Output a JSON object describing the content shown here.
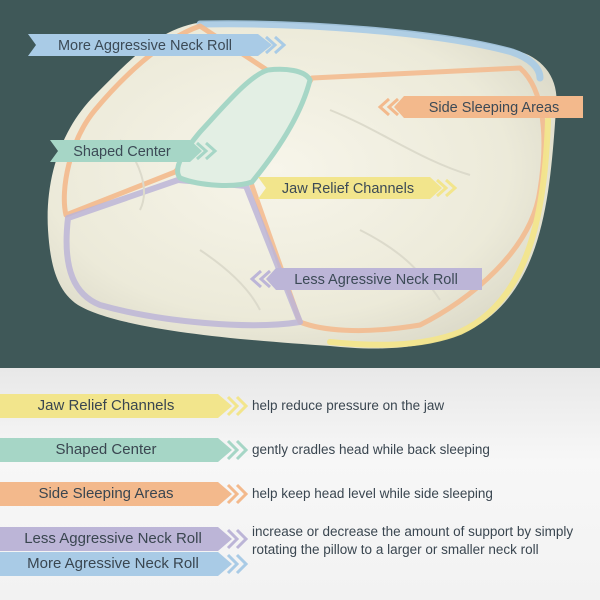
{
  "colors": {
    "background_top": "#3f5858",
    "background_bottom": "#efefef",
    "pillow": "#f2f0e4",
    "blue": "#a9cbe6",
    "orange": "#f3b98c",
    "green": "#a6d6c6",
    "yellow": "#f2e58c",
    "purple": "#bcb5d7",
    "text": "#3c4a56"
  },
  "callouts": {
    "more_aggressive": "More Aggressive Neck Roll",
    "side_sleeping": "Side Sleeping Areas",
    "shaped_center": "Shaped Center",
    "jaw_relief": "Jaw Relief Channels",
    "less_aggressive": "Less Agressive Neck Roll"
  },
  "legend": [
    {
      "label": "Jaw Relief Channels",
      "color": "#f2e58c",
      "arrow_icon": "double-chevron-right-icon",
      "description": "help reduce pressure on the jaw"
    },
    {
      "label": "Shaped Center",
      "color": "#a6d6c6",
      "arrow_icon": "double-chevron-right-icon",
      "description": "gently cradles head while back sleeping"
    },
    {
      "label": "Side Sleeping Areas",
      "color": "#f3b98c",
      "arrow_icon": "double-chevron-right-icon",
      "description": "help keep head level while side sleeping"
    },
    {
      "label": "Less Aggressive Neck Roll",
      "color": "#bcb5d7",
      "arrow_icon": "double-chevron-right-icon",
      "description": ""
    },
    {
      "label": "More Agressive Neck Roll",
      "color": "#a9cbe6",
      "arrow_icon": "double-chevron-right-icon",
      "description": ""
    }
  ],
  "neck_roll_description": "increase or decrease the amount of support by simply rotating the pillow to a larger or smaller neck roll"
}
